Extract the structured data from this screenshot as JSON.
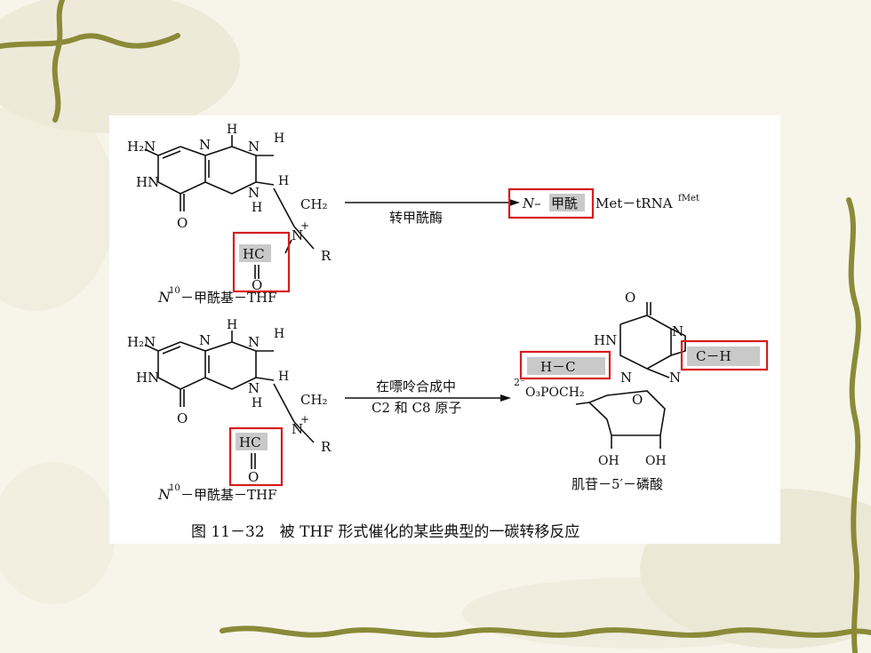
{
  "colors": {
    "highlight_box": "#d81c1c",
    "shade": "#c9c9c9",
    "page_bg": "#f7f4ea"
  },
  "diagram": {
    "reaction1": {
      "enzyme_label": "转甲酰酶",
      "product_N": "N–",
      "product_formyl": "甲酰",
      "product_tail": "Met－tRNA",
      "product_sup": "fMet",
      "reactant_label_N": "N",
      "reactant_label_sup": "10",
      "reactant_label_text": "－甲酰基－THF",
      "formyl_group": "HC",
      "formyl_O": "O"
    },
    "reaction2": {
      "arrow_label_line1": "在嘌呤合成中",
      "arrow_label_line2": "C2 和 C8 原子",
      "product_name": "肌苷－5′－磷酸",
      "box_left": "H－C",
      "box_right": "C－H",
      "phosphate": "O₃POCH₂",
      "phosphate_charge": "2⁻",
      "reactant_label_N": "N",
      "reactant_label_sup": "10",
      "reactant_label_text": "－甲酰基－THF",
      "formyl_group": "HC",
      "formyl_O": "O",
      "oh1": "OH",
      "oh2": "OH",
      "hn": "HN",
      "n_top": "N",
      "n_bottom": "N",
      "n_left": "N",
      "o_top": "O",
      "ring_o": "O"
    },
    "thf_atoms": {
      "h2n": "H₂N",
      "n1": "N",
      "n_top": "N",
      "h_top": "H",
      "h_right1": "H",
      "hn": "HN",
      "n_mid": "N",
      "h_mid": "H",
      "h_right2": "H",
      "ch2": "CH₂",
      "o": "O",
      "n_plus": "N",
      "plus": "+",
      "r": "R"
    },
    "caption": "图 11－32　被 THF 形式催化的某些典型的一碳转移反应"
  }
}
